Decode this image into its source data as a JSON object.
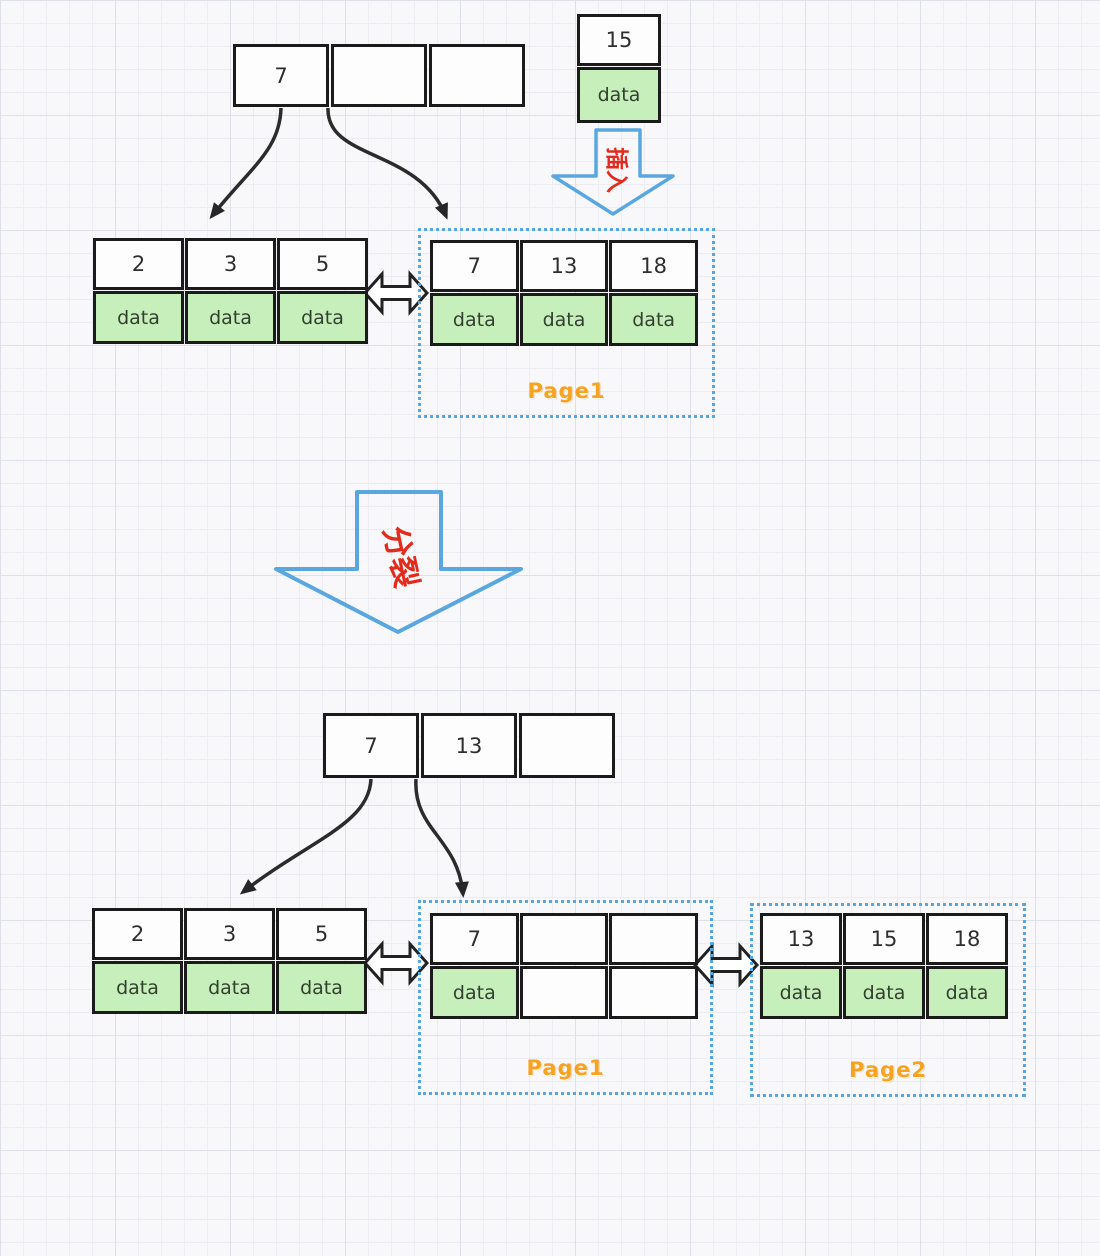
{
  "diagram": "bplus-tree-insert-split",
  "labels": {
    "insert_arrow": "插入",
    "split_arrow": "分裂"
  },
  "colors": {
    "data_cell_green": "#c6efbc",
    "page_border_blue": "#58a6dd",
    "arrow_blue": "#5aa7e0",
    "page_label_orange": "#f7a322",
    "annotation_red": "#e22b1c",
    "ink_black": "#1b1b1b"
  },
  "before": {
    "root_node": {
      "cells": [
        "7",
        "",
        ""
      ]
    },
    "new_entry": {
      "key": "15",
      "value": "data"
    },
    "left_leaf": {
      "keys": [
        "2",
        "3",
        "5"
      ],
      "values": [
        "data",
        "data",
        "data"
      ]
    },
    "page1": {
      "label": "Page1",
      "keys": [
        "7",
        "13",
        "18"
      ],
      "values": [
        "data",
        "data",
        "data"
      ]
    }
  },
  "after": {
    "root_node": {
      "cells": [
        "7",
        "13",
        ""
      ]
    },
    "left_leaf": {
      "keys": [
        "2",
        "3",
        "5"
      ],
      "values": [
        "data",
        "data",
        "data"
      ]
    },
    "page1": {
      "label": "Page1",
      "keys": [
        "7",
        "",
        ""
      ],
      "values": [
        "data",
        "",
        ""
      ]
    },
    "page2": {
      "label": "Page2",
      "keys": [
        "13",
        "15",
        "18"
      ],
      "values": [
        "data",
        "data",
        "data"
      ]
    }
  }
}
